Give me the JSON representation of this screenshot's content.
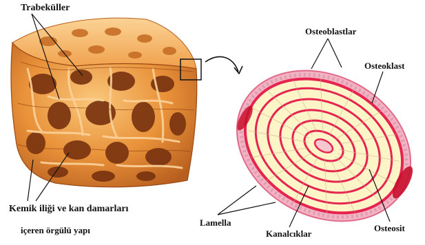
{
  "labels": {
    "trabekuller": "Trabeküller",
    "osteoblastlar": "Osteoblastlar",
    "osteoklast": "Osteoklast",
    "kemik_iligi_line1": "Kemik iliği ve kan damarları",
    "kemik_iligi_line2": "içeren örgülü yapı",
    "lamella": "Lamella",
    "kanalciklar": "Kanalcıklar",
    "osteosit": "Osteosit"
  },
  "colors": {
    "bone_light": "#f6b35e",
    "bone_mid": "#e38a2f",
    "bone_dark": "#a9521a",
    "lamella_fill": "#fdf4c8",
    "lamella_band": "#e5244f",
    "osteoblast_edge": "#f07b96",
    "osteoclast": "#c8102e",
    "text": "#111111"
  }
}
